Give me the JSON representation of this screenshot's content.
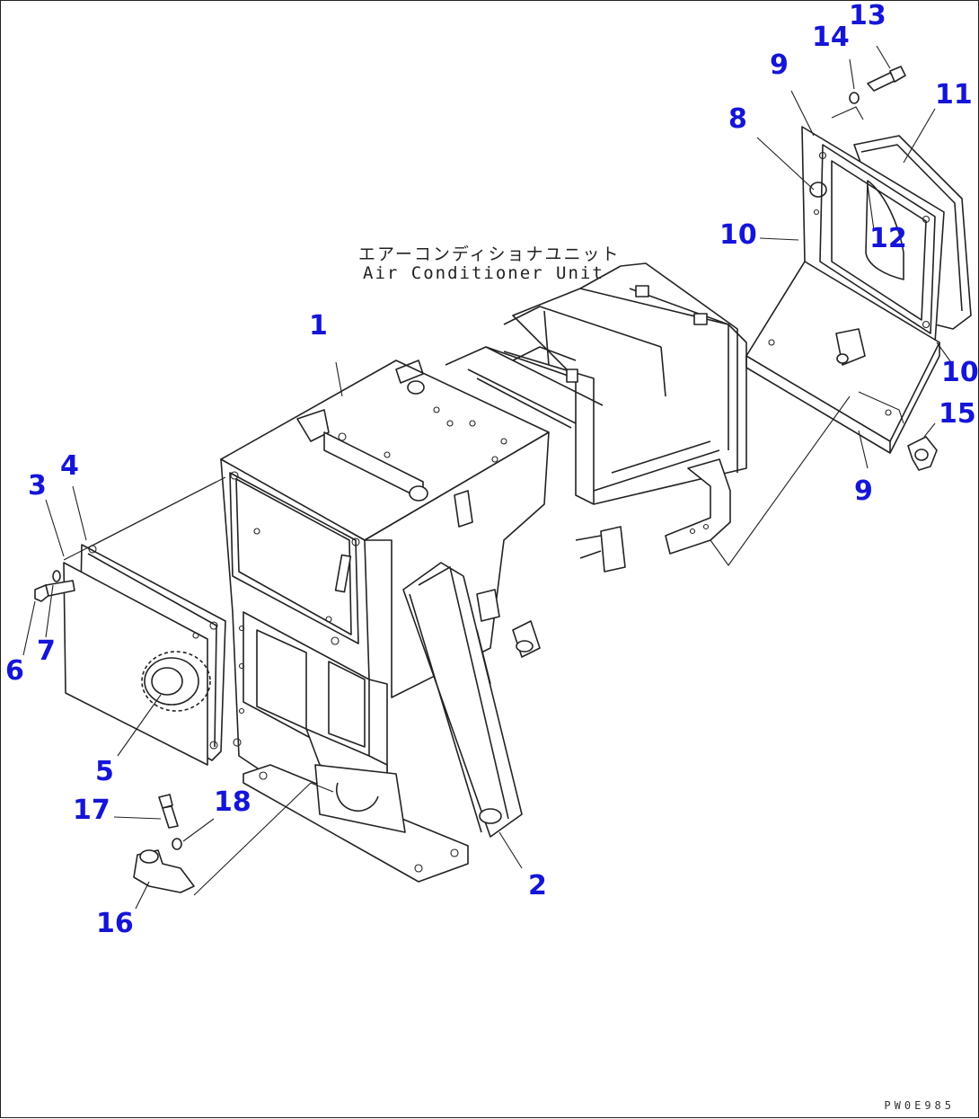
{
  "unit_label": {
    "japanese": "エアーコンディショナユニット",
    "english": "Air Conditioner Unit"
  },
  "callouts": [
    {
      "id": "1",
      "label": "1"
    },
    {
      "id": "2",
      "label": "2"
    },
    {
      "id": "3",
      "label": "3"
    },
    {
      "id": "4",
      "label": "4"
    },
    {
      "id": "5",
      "label": "5"
    },
    {
      "id": "6",
      "label": "6"
    },
    {
      "id": "7",
      "label": "7"
    },
    {
      "id": "8",
      "label": "8"
    },
    {
      "id": "9a",
      "label": "9"
    },
    {
      "id": "9b",
      "label": "9"
    },
    {
      "id": "10a",
      "label": "10"
    },
    {
      "id": "10b",
      "label": "10"
    },
    {
      "id": "11",
      "label": "11"
    },
    {
      "id": "12",
      "label": "12"
    },
    {
      "id": "13",
      "label": "13"
    },
    {
      "id": "14",
      "label": "14"
    },
    {
      "id": "15",
      "label": "15"
    },
    {
      "id": "16",
      "label": "16"
    },
    {
      "id": "17",
      "label": "17"
    },
    {
      "id": "18",
      "label": "18"
    }
  ],
  "drawing_code": "PW0E985",
  "colors": {
    "callout": "#1515d8",
    "line": "#222222"
  }
}
